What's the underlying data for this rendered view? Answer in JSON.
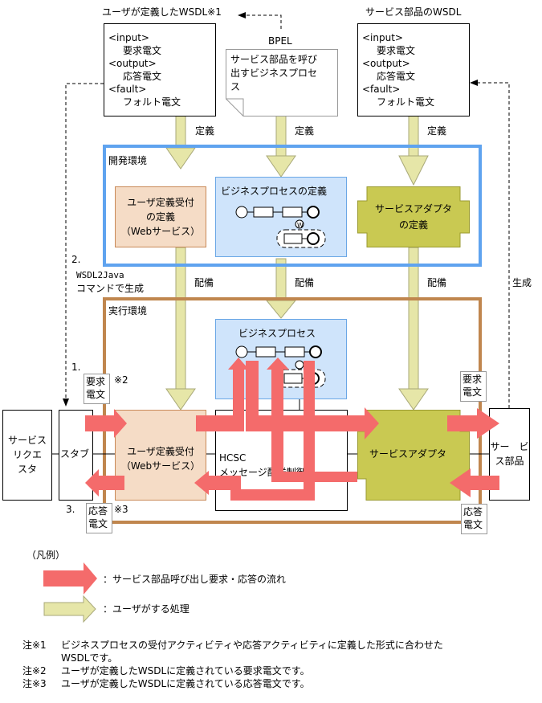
{
  "colors": {
    "flow_arrow": "#f46b6b",
    "user_arrow": "#e6e6a8",
    "user_arrow_border": "#a8a878",
    "dev_env_border": "#5fa3ef",
    "run_env_border": "#c0864e",
    "business_process_fill": "#cfe4fb",
    "web_service_fill": "#f5dcc6",
    "adapter_fill": "#c9c952"
  },
  "top": {
    "user_wsdl_title": "ユーザが定義したWSDL※1",
    "bpel_label": "BPEL",
    "service_wsdl_title": "サービス部品のWSDL",
    "user_wsdl": [
      "<input>",
      "要求電文",
      "<output>",
      "応答電文",
      "<fault>",
      "フォルト電文"
    ],
    "service_wsdl": [
      "<input>",
      "要求電文",
      "<output>",
      "応答電文",
      "<fault>",
      "フォルト電文"
    ],
    "bpel_doc": [
      "サービス部品を呼び",
      "出すビジネスプロセ",
      "ス"
    ],
    "define_label": "定義"
  },
  "dev_env": {
    "title": "開発環境",
    "ws_def": [
      "ユーザ定義受付",
      "の定義",
      "（Webサービス）"
    ],
    "bp_def": "ビジネスプロセスの定義",
    "adapter_def": [
      "サービスアダプタ",
      "の定義"
    ]
  },
  "side": {
    "step2": "2.",
    "wsdl2java": "WSDL2Java",
    "cmd_gen": "コマンドで生成",
    "deploy_label": "配備",
    "generate_label": "生成",
    "step1": "1.",
    "step3": "3."
  },
  "run_env": {
    "title": "実行環境",
    "bp": "ビジネスプロセス",
    "ws": [
      "ユーザ定義受付",
      "（Webサービス）"
    ],
    "hcsc": [
      "HCSC",
      "メッセージ配送制御"
    ],
    "adapter": "サービスアダプタ",
    "requester": [
      "サービス",
      "リクエ",
      "スタ"
    ],
    "stub": "スタブ",
    "service_part": [
      "サー",
      "ビ",
      "ス部品"
    ]
  },
  "memos": {
    "request": [
      "要求",
      "電文"
    ],
    "response": [
      "応答",
      "電文"
    ],
    "note2": "※2",
    "note3": "※3"
  },
  "legend": {
    "title": "（凡例）",
    "flow": "：サービス部品呼び出し要求・応答の流れ",
    "user": "：ユーザがする処理"
  },
  "notes": [
    {
      "label": "注※1",
      "text": "ビジネスプロセスの受付アクティビティや応答アクティビティに定義した形式に合わせた",
      "text2": "WSDLです。"
    },
    {
      "label": "注※2",
      "text": "ユーザが定義したWSDLに定義されている要求電文です。"
    },
    {
      "label": "注※3",
      "text": "ユーザが定義したWSDLに定義されている応答電文です。"
    }
  ]
}
